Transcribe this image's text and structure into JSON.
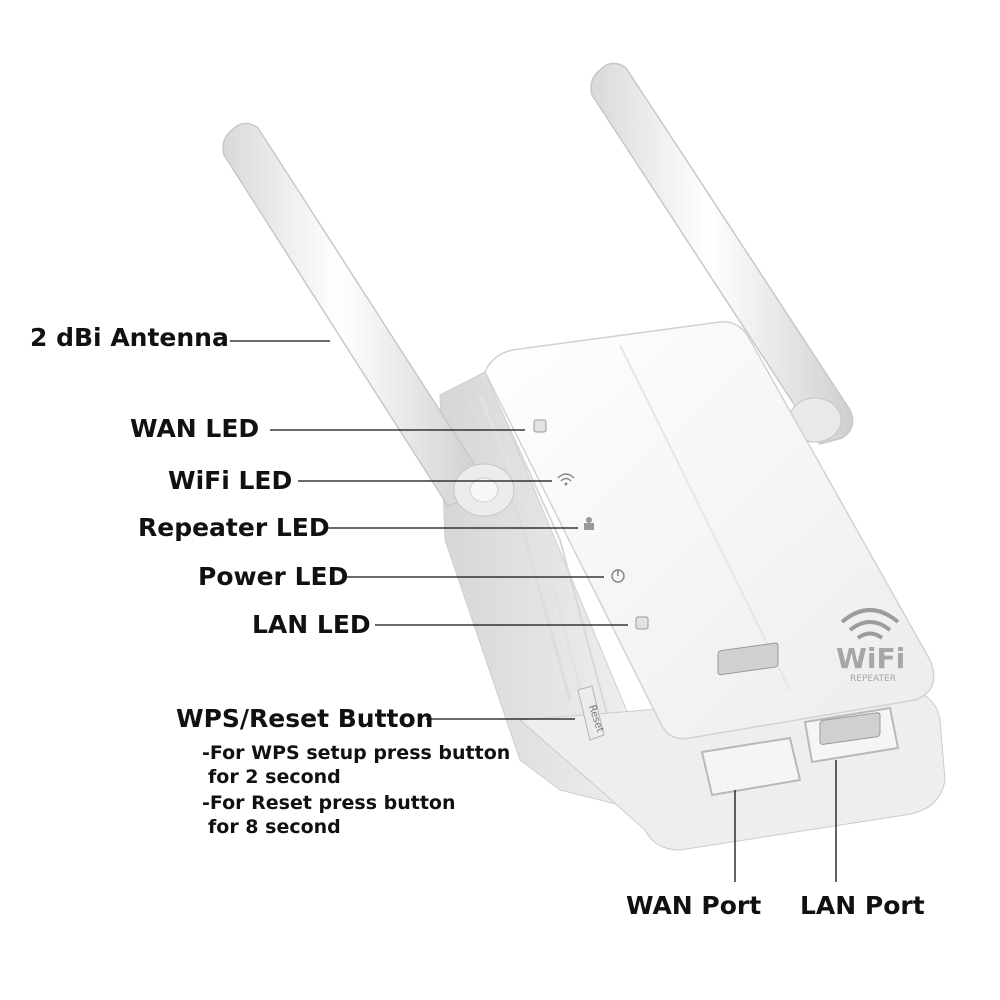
{
  "labels": {
    "antenna": "2 dBi Antenna",
    "wan_led": "WAN LED",
    "wifi_led": "WiFi LED",
    "repeater_led": "Repeater LED",
    "power_led": "Power LED",
    "lan_led": "LAN LED",
    "wps_reset": "WPS/Reset Button",
    "wps_note_1": "-For WPS setup press button",
    "wps_note_2": "for 2 second",
    "reset_note_1": "-For Reset press button",
    "reset_note_2": "for 8 second",
    "wan_port": "WAN Port",
    "lan_port": "LAN Port"
  },
  "device": {
    "logo_text": "WiFi",
    "logo_subtext": "REPEATER",
    "reset_text": "Reset"
  }
}
